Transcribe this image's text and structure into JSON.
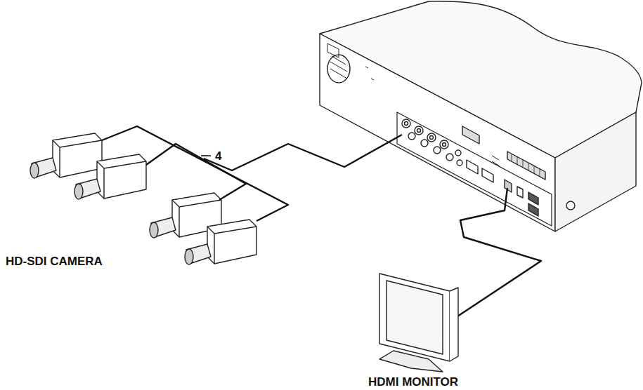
{
  "diagram": {
    "labels": [
      "4",
      "HD-SDI CAMERA",
      "HDMI MONITOR"
    ]
  }
}
